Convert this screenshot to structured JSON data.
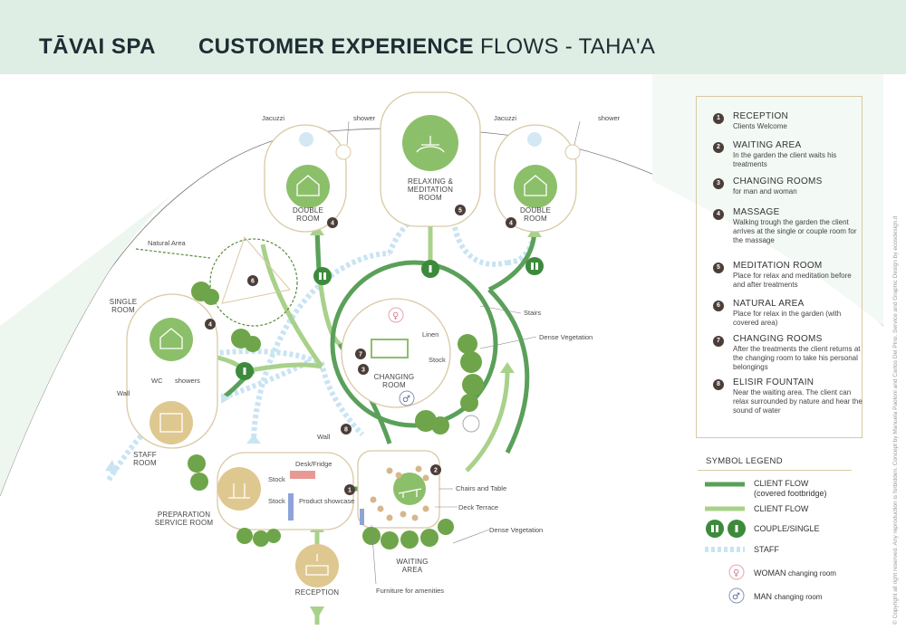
{
  "header": {
    "brand": "TĀVAI SPA",
    "title_bold": "CUSTOMER EXPERIENCE",
    "title_light": "FLOWS - TAHA'A"
  },
  "colors": {
    "header_bg": "#deeee4",
    "client_flow_covered": "#5aa05a",
    "client_flow": "#a8d18a",
    "staff_flow": "#c9e4f3",
    "room_outline": "#d9c9a4",
    "marker": "#4b3e38"
  },
  "legend": [
    {
      "num": "1",
      "title": "RECEPTION",
      "desc": "Clients Welcome"
    },
    {
      "num": "2",
      "title": "WAITING AREA",
      "desc": "In the garden the client waits his treatments"
    },
    {
      "num": "3",
      "title": "CHANGING ROOMS",
      "desc": "for man and woman"
    },
    {
      "num": "4",
      "title": "MASSAGE",
      "desc": "Walking trough the garden the client arrives at the single or couple room for the massage"
    },
    {
      "num": "5",
      "title": "MEDITATION ROOM",
      "desc": "Place for relax and meditation before and after treatments"
    },
    {
      "num": "6",
      "title": "NATURAL AREA",
      "desc": "Place for relax in the garden (with covered area)"
    },
    {
      "num": "7",
      "title": "CHANGING ROOMS",
      "desc": "After the treatments the client returns at the changing room to take his personal belongings"
    },
    {
      "num": "8",
      "title": "ELISIR FOUNTAIN",
      "desc": "Near the waiting area. The client can relax surrounded by nature and hear the sound of water"
    }
  ],
  "symbols": {
    "title": "SYMBOL LEGEND",
    "client_flow_covered_1": "CLIENT FLOW",
    "client_flow_covered_2": "(covered footbridge)",
    "client_flow": "CLIENT FLOW",
    "couple_single": "COUPLE/SINGLE",
    "staff": "STAFF",
    "woman_bold": "WOMAN",
    "woman_rest": "changing room",
    "man_bold": "MAN",
    "man_rest": "changing room"
  },
  "rooms": {
    "double_left_1": "DOUBLE",
    "double_left_2": "ROOM",
    "double_right_1": "DOUBLE",
    "double_right_2": "ROOM",
    "relax_1": "RELAXING &",
    "relax_2": "MEDITATION",
    "relax_3": "ROOM",
    "single_1": "SINGLE",
    "single_2": "ROOM",
    "staff_1": "STAFF",
    "staff_2": "ROOM",
    "changing_1": "CHANGING",
    "changing_2": "ROOM",
    "prep_1": "PREPARATION",
    "prep_2": "SERVICE ROOM",
    "waiting_1": "WAITING",
    "waiting_2": "AREA",
    "reception": "RECEPTION"
  },
  "labels": {
    "jacuzzi_left": "Jacuzzi",
    "shower_left": "shower",
    "jacuzzi_right": "Jacuzzi",
    "shower_right": "shower",
    "natural_area": "Natural Area",
    "wc": "WC",
    "showers": "showers",
    "wall_left": "Wall",
    "wall_center": "Wall",
    "linen": "Linen",
    "stock_changing": "Stock",
    "stairs": "Stairs",
    "dense_veg_1": "Dense Vegetation",
    "dense_veg_2": "Dense Vegetation",
    "desk_fridge": "Desk/Fridge",
    "stock_1": "Stock",
    "stock_2": "Stock",
    "product_showcase": "Product showcase",
    "chairs_table": "Chairs and Table",
    "deck_terrace": "Deck Terrace",
    "furniture": "Furniture for amenities"
  },
  "markers": {
    "m1": "1",
    "m2": "2",
    "m3": "3",
    "m4a": "4",
    "m4b": "4",
    "m4c": "4",
    "m5": "5",
    "m6": "6",
    "m7": "7",
    "m8": "8"
  },
  "copyright": "© Copyright all right reserved. Any reproduction is forbidden. Concept by Manuela Paoloni and Carlos Del Pino. Service and Graphic Design by ecosdesign.it"
}
